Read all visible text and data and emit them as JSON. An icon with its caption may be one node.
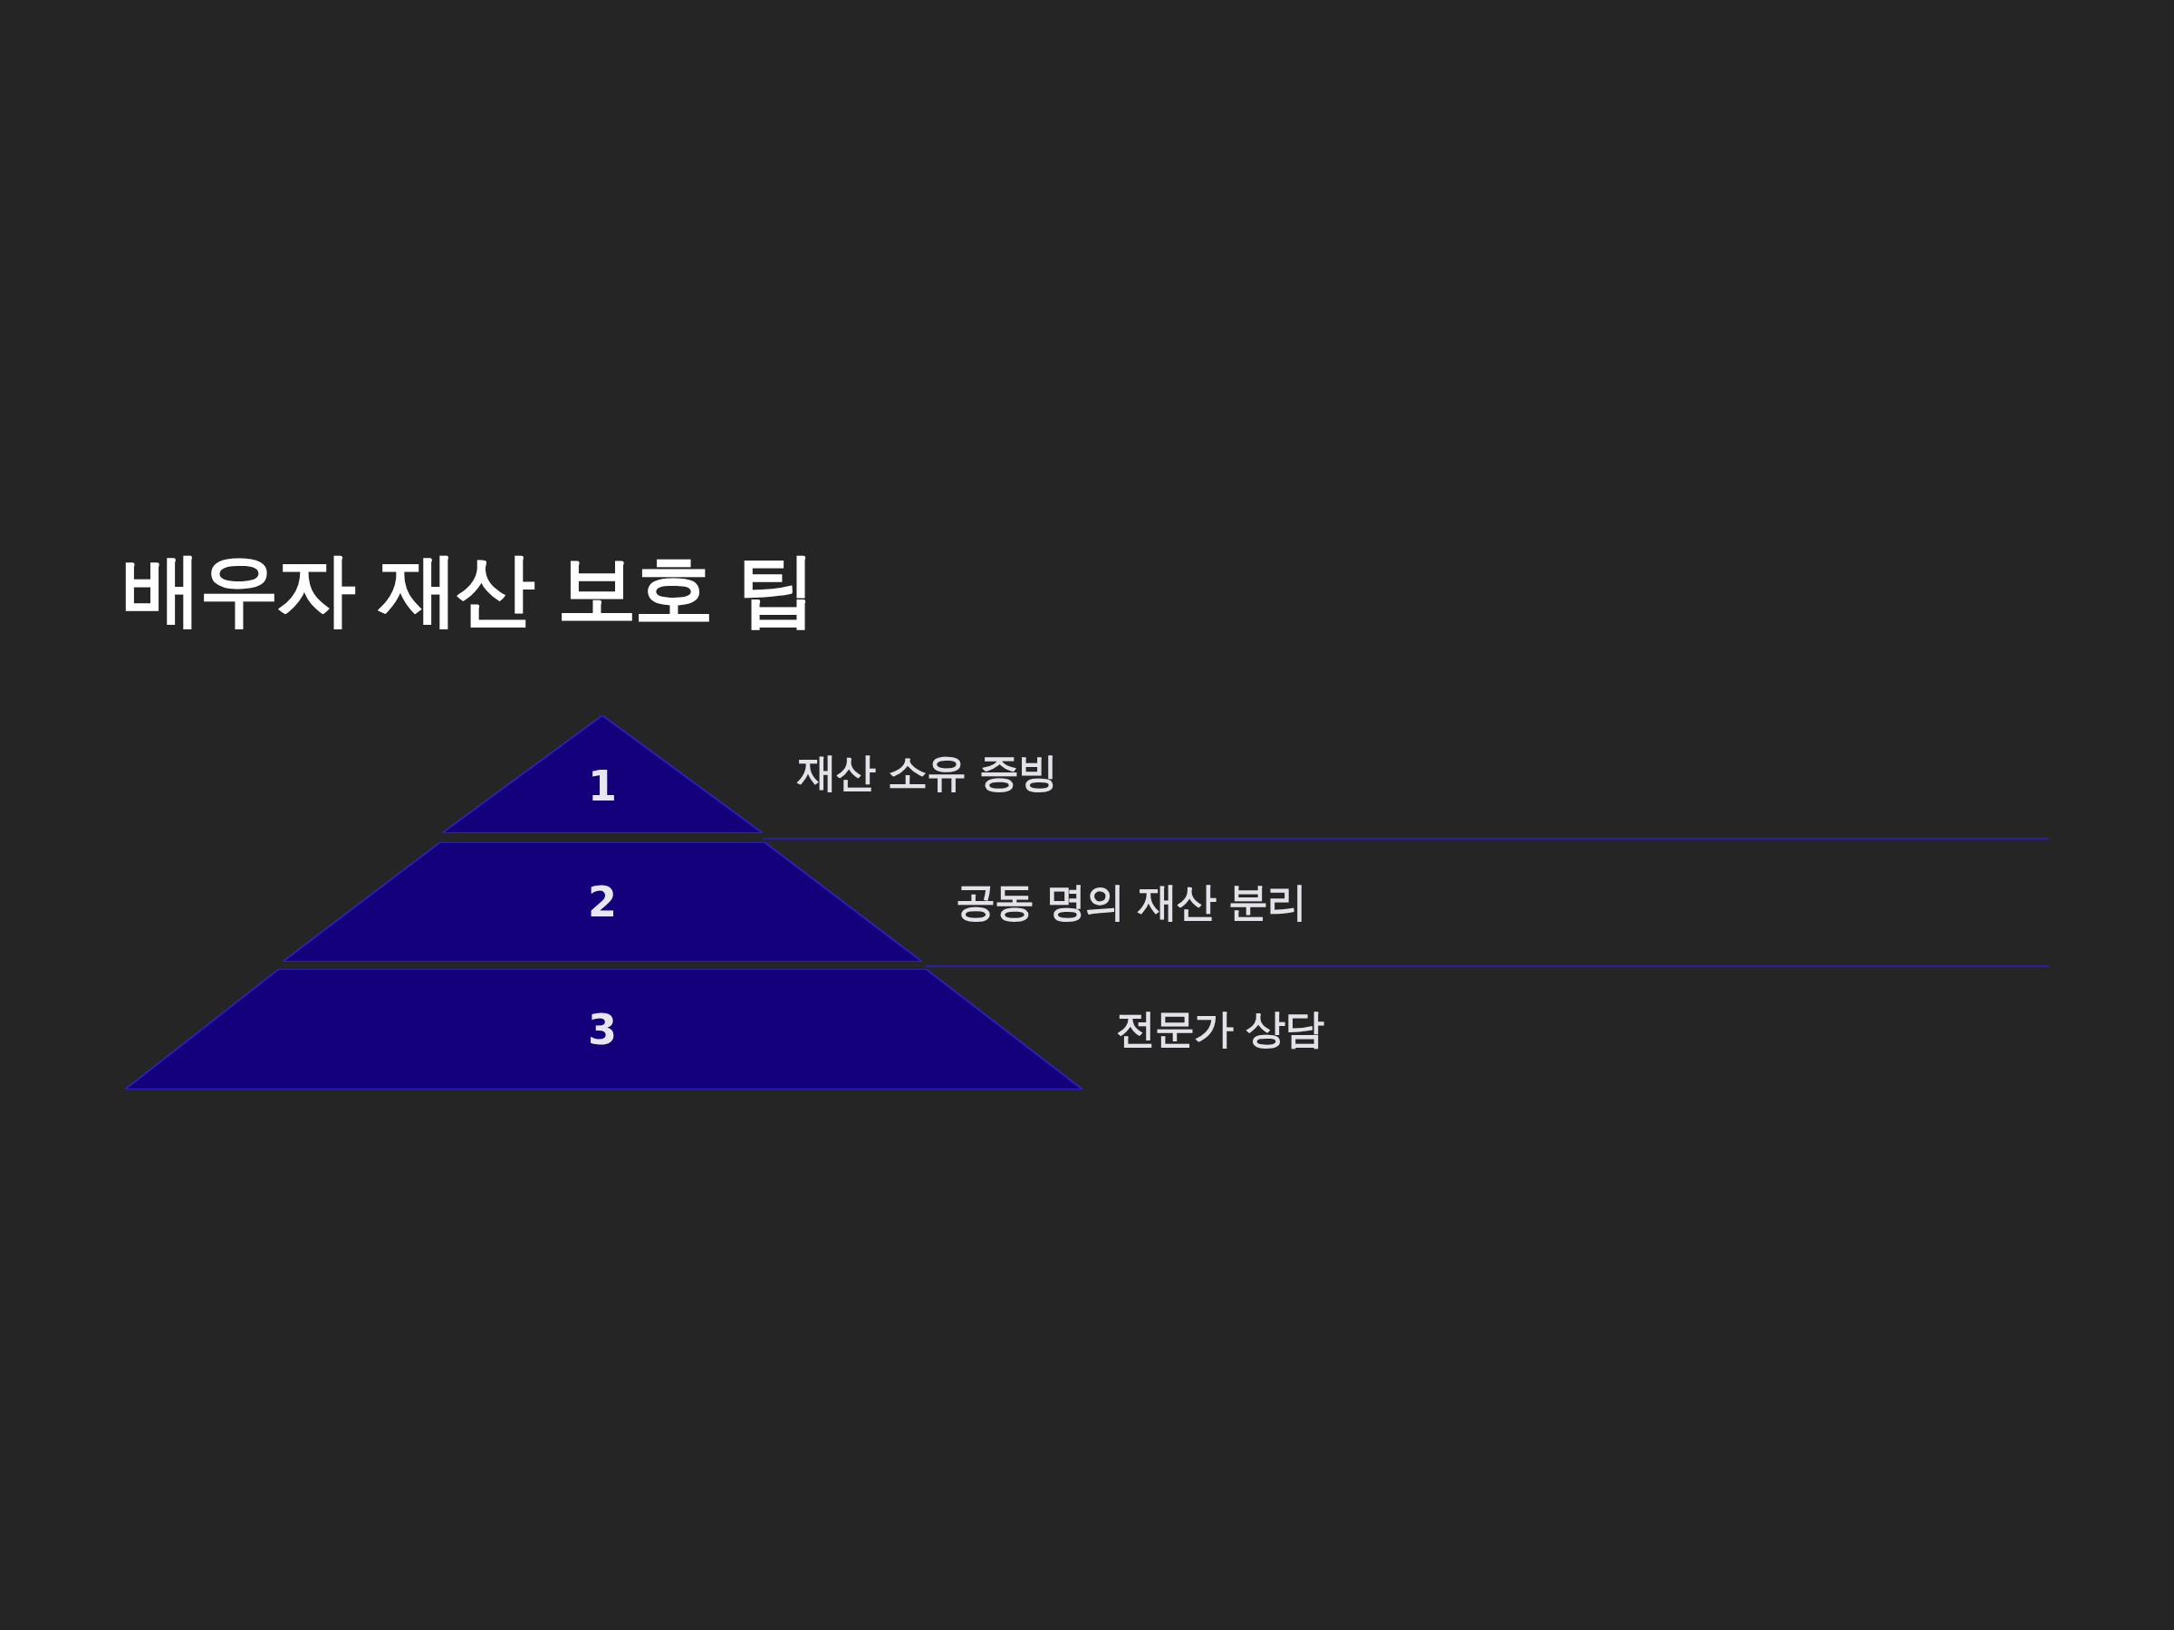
{
  "diagram": {
    "title": "배우자 재산 보호 팁",
    "nodes": [
      {
        "text": [
          "1"
        ],
        "beside": [
          "재산 소유 증빙"
        ]
      },
      {
        "text": [
          "2"
        ],
        "beside": [
          "공동 명의 재산 분리"
        ]
      },
      {
        "text": [
          "3"
        ],
        "beside": [
          "전문가 상담"
        ]
      }
    ]
  }
}
